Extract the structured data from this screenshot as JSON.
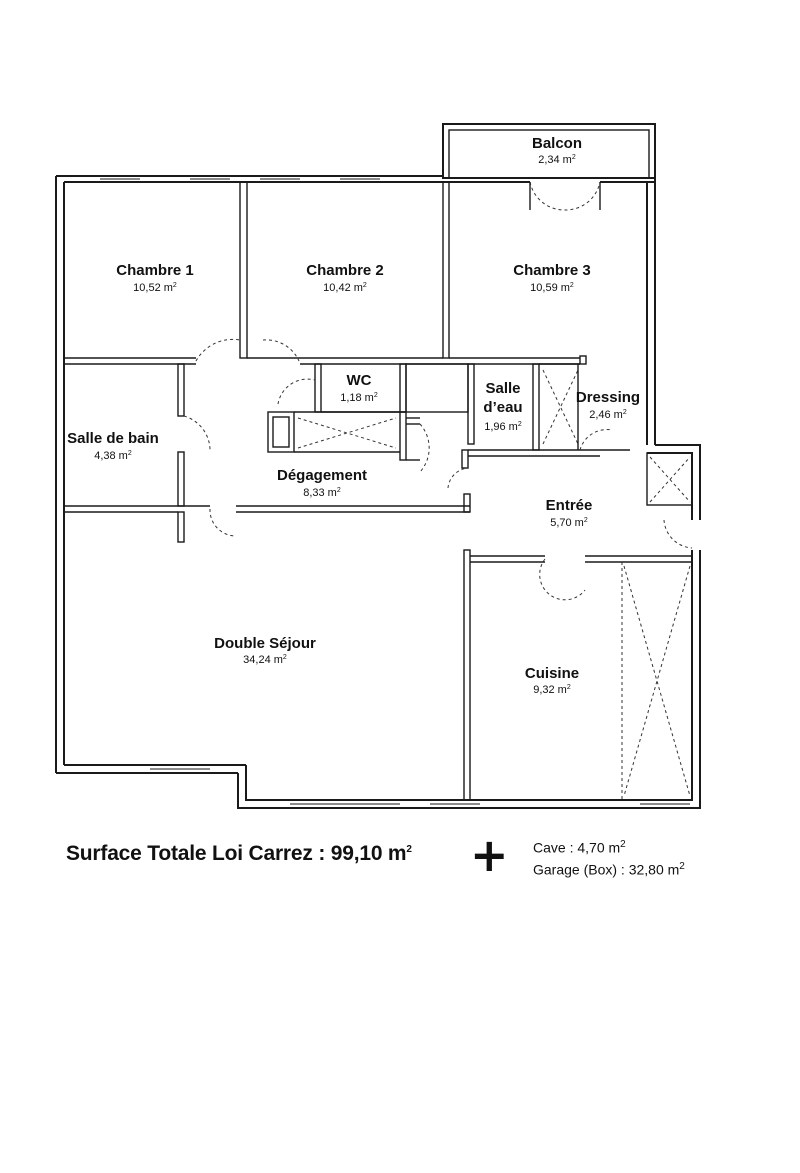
{
  "unit": "m²",
  "rooms": [
    {
      "id": "balcon",
      "name": "Balcon",
      "area": "2,34"
    },
    {
      "id": "chambre1",
      "name": "Chambre 1",
      "area": "10,52"
    },
    {
      "id": "chambre2",
      "name": "Chambre 2",
      "area": "10,42"
    },
    {
      "id": "chambre3",
      "name": "Chambre 3",
      "area": "10,59"
    },
    {
      "id": "wc",
      "name": "WC",
      "area": "1,18"
    },
    {
      "id": "salledeau",
      "name": "Salle\nd’eau",
      "area": "1,96"
    },
    {
      "id": "dressing",
      "name": "Dressing",
      "area": "2,46"
    },
    {
      "id": "sallebain",
      "name": "Salle de bain",
      "area": "4,38"
    },
    {
      "id": "degagement",
      "name": "Dégagement",
      "area": "8,33"
    },
    {
      "id": "entree",
      "name": "Entrée",
      "area": "5,70"
    },
    {
      "id": "sejour",
      "name": "Double Séjour",
      "area": "34,24"
    },
    {
      "id": "cuisine",
      "name": "Cuisine",
      "area": "9,32"
    }
  ],
  "summary": {
    "total_label": "Surface Totale Loi Carrez : 99,10 m",
    "total_sup": "2",
    "plus": "+",
    "cave_label": "Cave : 4,70 m",
    "cave_sup": "2",
    "garage_label": "Garage (Box) : 32,80 m",
    "garage_sup": "2"
  }
}
